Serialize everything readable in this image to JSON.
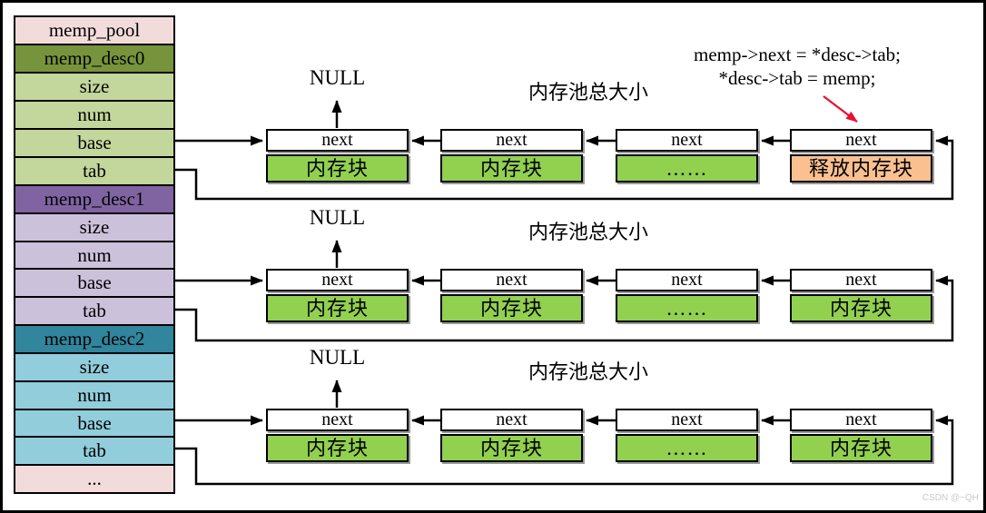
{
  "watermark": "CSDN @~QH",
  "colors": {
    "pink": "#F2DCDB",
    "olive_green": "#77933C",
    "light_green": "#C3D69B",
    "purple": "#8064A2",
    "light_purple": "#CCC1DA",
    "teal": "#31859C",
    "light_blue": "#92CDDC",
    "block_green": "#92D050",
    "released_orange": "#FAC090",
    "callout_arrow_red": "#E8112D"
  },
  "sidebar": {
    "rows": [
      {
        "label": "memp_pool",
        "bg": "#F2DCDB"
      },
      {
        "label": "memp_desc0",
        "bg": "#77933C"
      },
      {
        "label": "size",
        "bg": "#C3D69B"
      },
      {
        "label": "num",
        "bg": "#C3D69B"
      },
      {
        "label": "base",
        "bg": "#C3D69B"
      },
      {
        "label": "tab",
        "bg": "#C3D69B"
      },
      {
        "label": "memp_desc1",
        "bg": "#8064A2"
      },
      {
        "label": "size",
        "bg": "#CCC1DA"
      },
      {
        "label": "num",
        "bg": "#CCC1DA"
      },
      {
        "label": "base",
        "bg": "#CCC1DA"
      },
      {
        "label": "tab",
        "bg": "#CCC1DA"
      },
      {
        "label": "memp_desc2",
        "bg": "#31859C"
      },
      {
        "label": "size",
        "bg": "#92CDDC"
      },
      {
        "label": "num",
        "bg": "#92CDDC"
      },
      {
        "label": "base",
        "bg": "#92CDDC"
      },
      {
        "label": "tab",
        "bg": "#92CDDC"
      },
      {
        "label": "...",
        "bg": "#F2DCDB"
      }
    ]
  },
  "annotation": {
    "line1": "memp->next = *desc->tab;",
    "line2": "*desc->tab = memp;"
  },
  "chains": [
    {
      "null_label": "NULL",
      "title": "内存池总大小",
      "nodes": [
        {
          "next": "next",
          "block": "内存块",
          "bg": "#92D050"
        },
        {
          "next": "next",
          "block": "内存块",
          "bg": "#92D050"
        },
        {
          "next": "next",
          "block": "……",
          "bg": "#92D050"
        },
        {
          "next": "next",
          "block": "释放内存块",
          "bg": "#FAC090"
        }
      ]
    },
    {
      "null_label": "NULL",
      "title": "内存池总大小",
      "nodes": [
        {
          "next": "next",
          "block": "内存块",
          "bg": "#92D050"
        },
        {
          "next": "next",
          "block": "内存块",
          "bg": "#92D050"
        },
        {
          "next": "next",
          "block": "……",
          "bg": "#92D050"
        },
        {
          "next": "next",
          "block": "内存块",
          "bg": "#92D050"
        }
      ]
    },
    {
      "null_label": "NULL",
      "title": "内存池总大小",
      "nodes": [
        {
          "next": "next",
          "block": "内存块",
          "bg": "#92D050"
        },
        {
          "next": "next",
          "block": "内存块",
          "bg": "#92D050"
        },
        {
          "next": "next",
          "block": "……",
          "bg": "#92D050"
        },
        {
          "next": "next",
          "block": "内存块",
          "bg": "#92D050"
        }
      ]
    }
  ]
}
